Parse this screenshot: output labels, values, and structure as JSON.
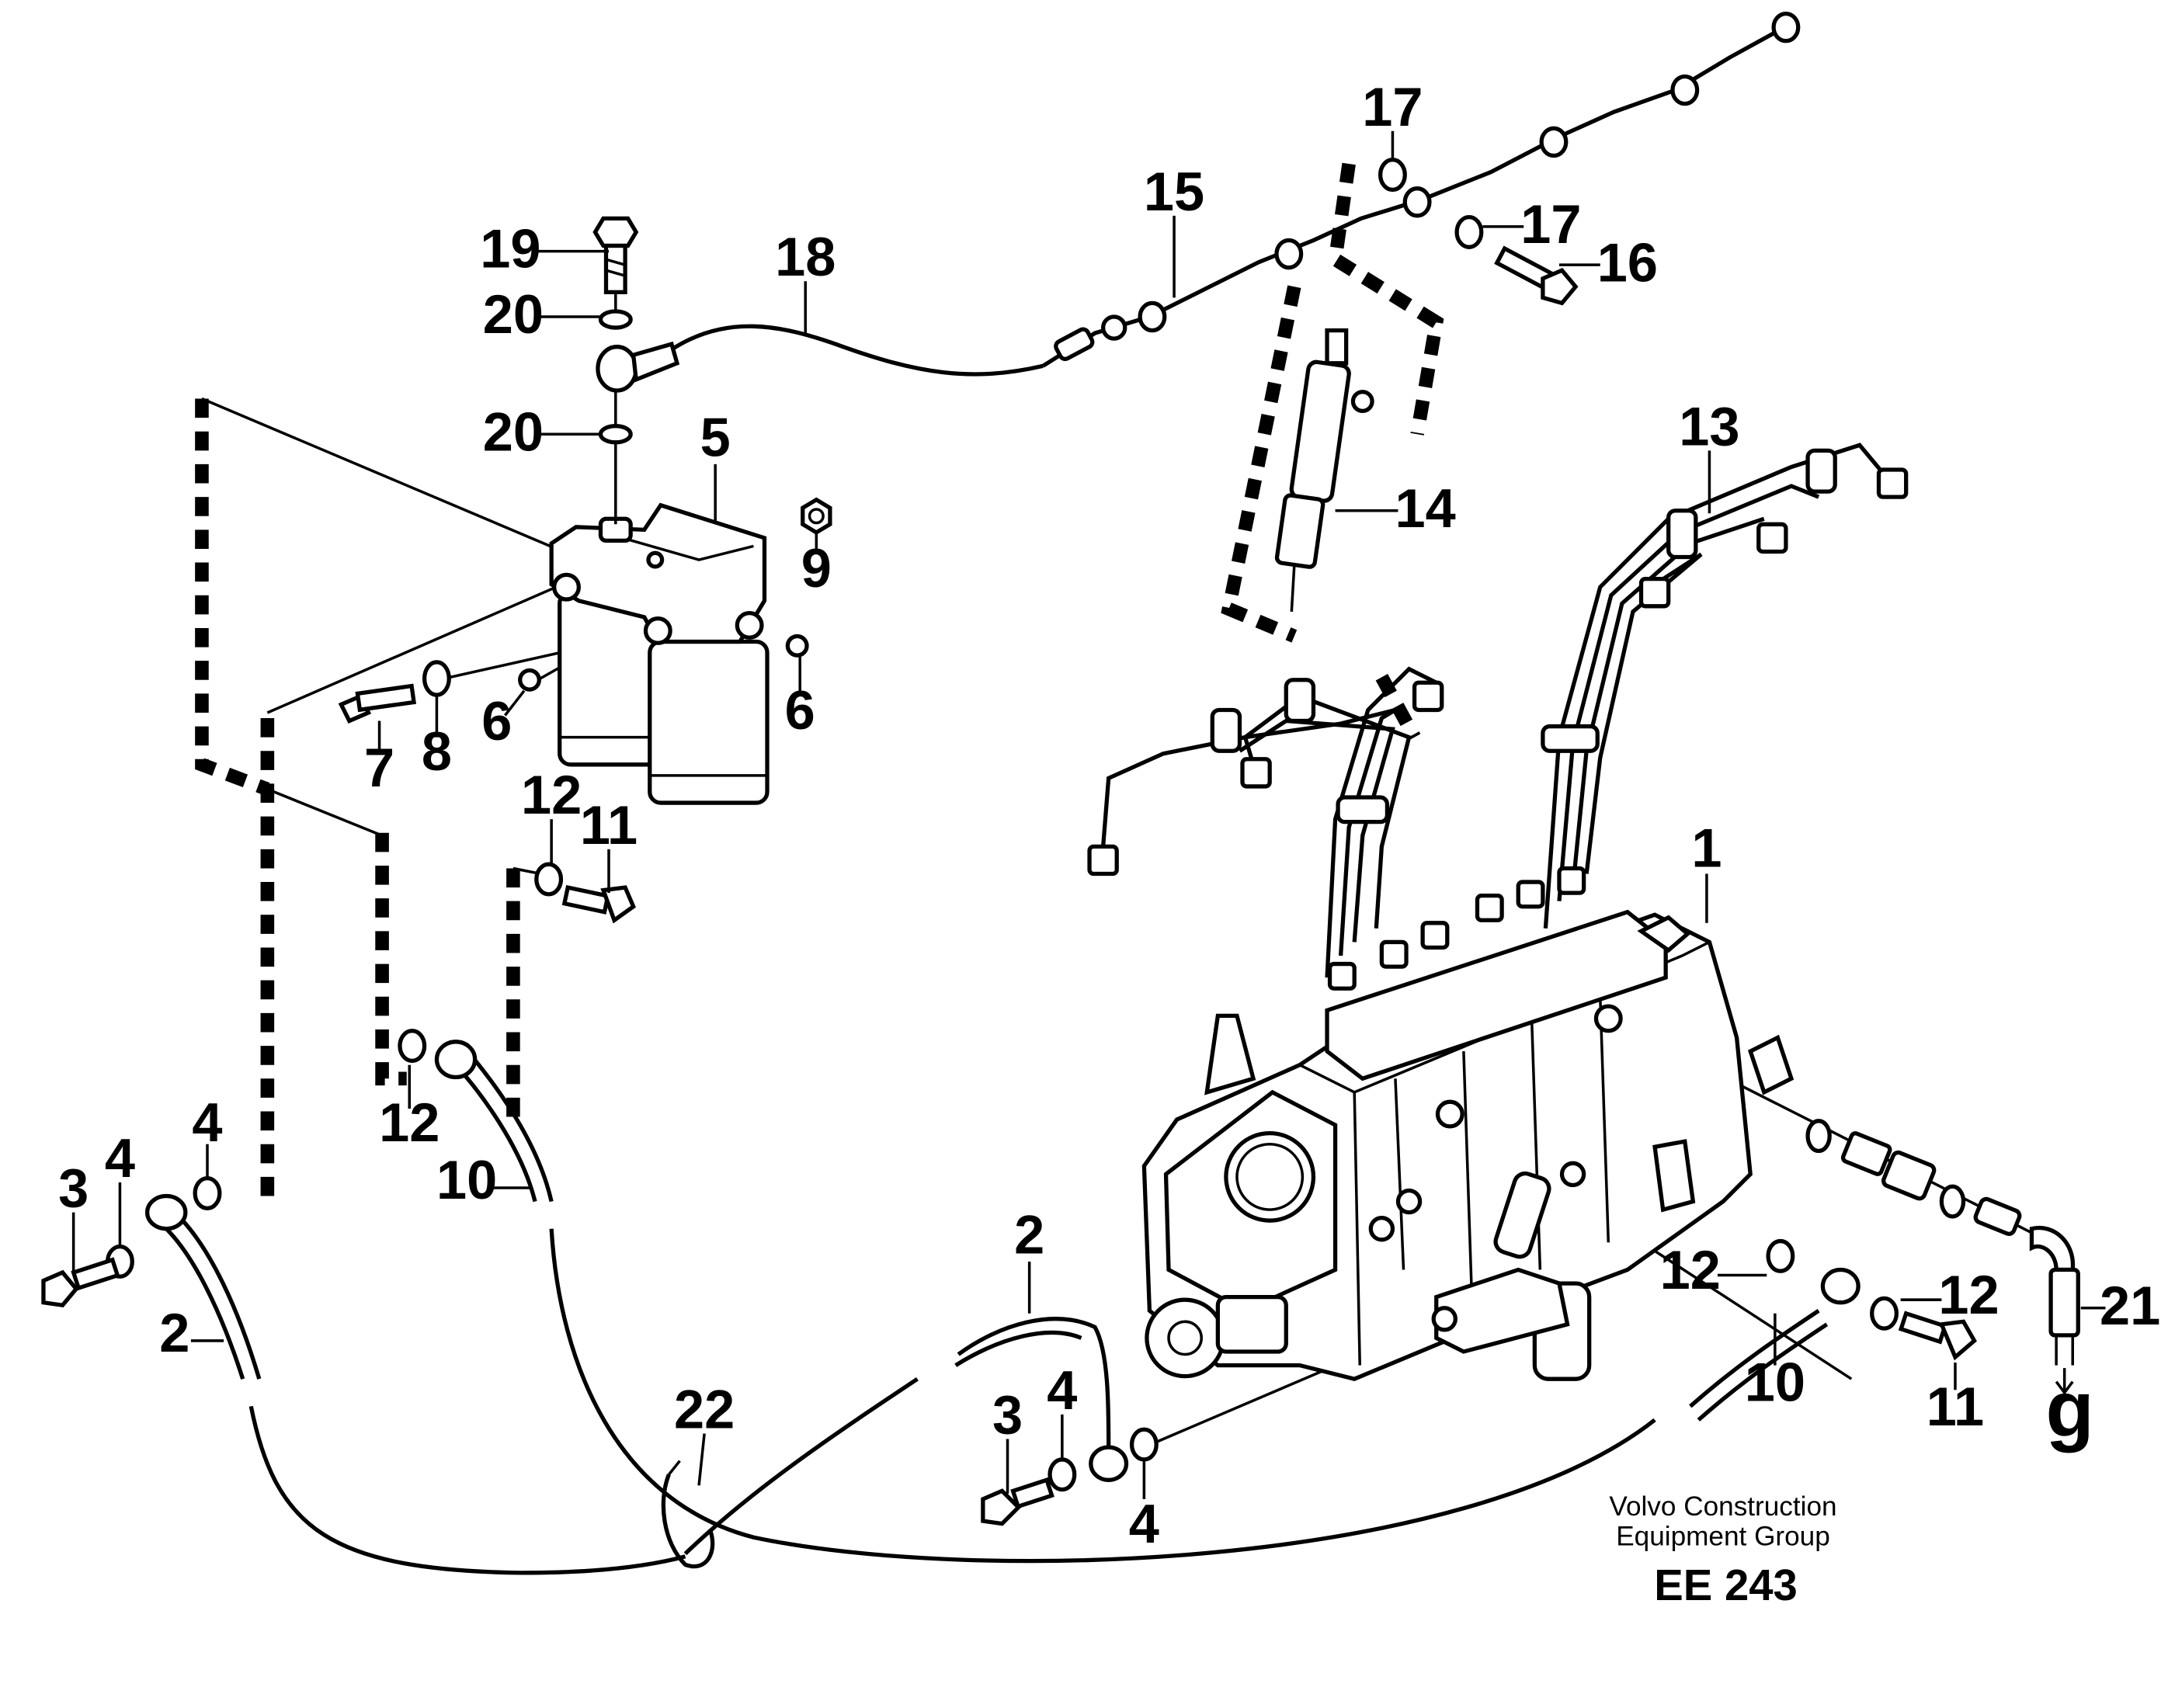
{
  "callouts": {
    "c1": "1",
    "c2a": "2",
    "c2b": "2",
    "c3a": "3",
    "c3b": "3",
    "c4a": "4",
    "c4b": "4",
    "c4c": "4",
    "c4d": "4",
    "c5": "5",
    "c6a": "6",
    "c6b": "6",
    "c7": "7",
    "c8": "8",
    "c9": "9",
    "c10a": "10",
    "c10b": "10",
    "c11a": "11",
    "c11b": "11",
    "c12a": "12",
    "c12b": "12",
    "c12c": "12",
    "c12d": "12",
    "c13": "13",
    "c14": "14",
    "c15": "15",
    "c16": "16",
    "c17a": "17",
    "c17b": "17",
    "c18": "18",
    "c19": "19",
    "c20a": "20",
    "c20b": "20",
    "c21": "21",
    "c22": "22",
    "g": "g"
  },
  "credit": {
    "line1": "Volvo Construction",
    "line2": "Equipment Group",
    "code": "EE 243"
  }
}
